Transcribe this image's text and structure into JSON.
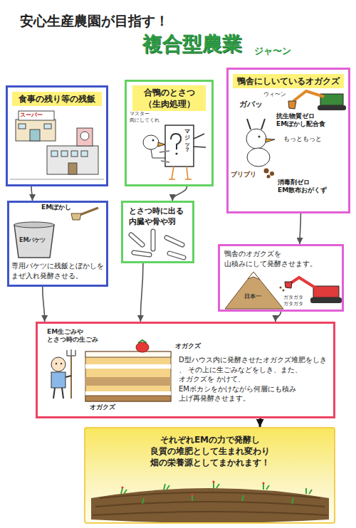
{
  "diagram": {
    "title": "複合型農業",
    "nodes": [
      {
        "text": [
          "食事の残り等の残飯"
        ]
      },
      {
        "text": [
          "合鴨のとさつ （生肉処理）"
        ]
      },
      {
        "text": [
          "鴨舎にしいているオガクズ"
        ]
      },
      {
        "text": [
          "専用バケツに残飯とぼかしを まぜ入れ発酵させる。"
        ]
      },
      {
        "text": [
          "とさつ時に出る 内臓や骨や羽"
        ]
      },
      {
        "text": [
          "鴨舎のオガクズを 山積みにして発酵させます。"
        ]
      },
      {
        "text": [
          "D型ハウス内に発酵させたオガクズ堆肥をしき、 その上に生ごみなどをしき、また、オガクズを かけて、EMボカシをかけながら何層にも積み 上げ再発酵させます。"
        ]
      },
      {
        "text": [
          "それぞれEMの力で発酵し 良質の堆肥として生まれ変わり 畑の栄養源としてまかれます！"
        ]
      }
    ],
    "edges": [
      {
        "from": 0,
        "to": 3,
        "arrow": "to"
      },
      {
        "from": 1,
        "to": 4,
        "arrow": "to"
      },
      {
        "from": 2,
        "to": 5,
        "arrow": "to"
      },
      {
        "from": 3,
        "to": 6,
        "arrow": "to"
      },
      {
        "from": 4,
        "to": 6,
        "arrow": "to"
      },
      {
        "from": 5,
        "to": 6,
        "arrow": "to"
      },
      {
        "from": 6,
        "to": 7,
        "arrow": "to"
      }
    ],
    "labels": [
      "安心生産農園が目指す！",
      "ジャ〜ン",
      "スーパー",
      "マスター 肉にしてくれ",
      "マジッ？",
      "ウィ〜ン",
      "ガバッ",
      "抗生物質ゼロ EMぼかし配合食",
      "もっともっと",
      "ブリブリ",
      "消毒剤ゼロ EM散布おがくず",
      "EMぼかし",
      "EMバケツ",
      "日本一",
      "ガタガタ ガタガタ",
      "EM生ごみや とさつ時の生ごみ",
      "オガクズ",
      "オガクズ"
    ]
  }
}
